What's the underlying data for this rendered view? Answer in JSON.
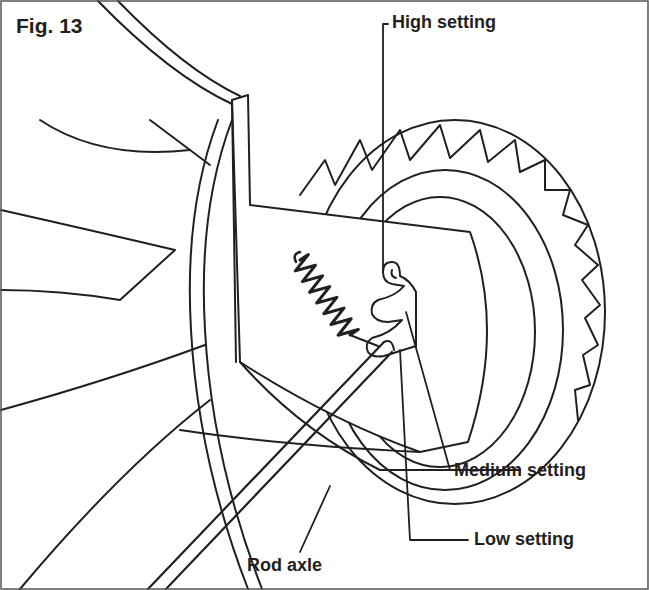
{
  "diagram": {
    "title": "Fig. 13",
    "labels": [
      "High setting",
      "Medium setting",
      "Low setting",
      "Rod axle"
    ]
  }
}
